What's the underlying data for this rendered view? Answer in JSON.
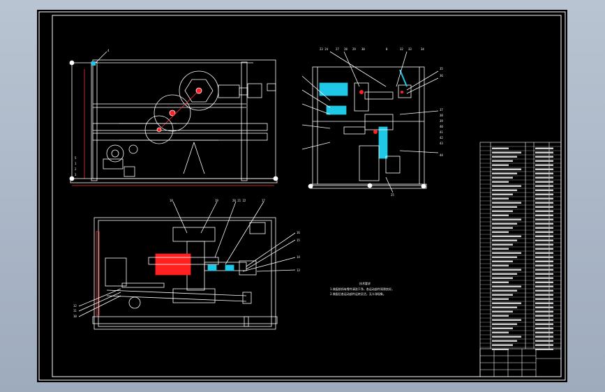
{
  "drawing": {
    "background": "#000000",
    "line_color": "#ffffff",
    "cyan": "#1ec8e6",
    "red": "#ff2020",
    "dim_color": "#ff3030"
  },
  "balloons": {
    "front_top": "4",
    "front_left_1": "5",
    "front_left_2": "1",
    "front_left_3": "2",
    "front_left_4": "3",
    "side_top": [
      "23 24",
      "27",
      "28",
      "29",
      "30",
      "8",
      "32",
      "33",
      "34"
    ],
    "side_right": [
      "35",
      "36",
      "37",
      "38",
      "39",
      "40",
      "41",
      "42",
      "43",
      "44"
    ],
    "side_bottom": "25",
    "plan_top": [
      "18",
      "19",
      "20 21 22",
      "17"
    ],
    "plan_right": [
      "16",
      "15",
      "14",
      "13"
    ],
    "plan_left": [
      "12",
      "11",
      "10"
    ]
  },
  "note": {
    "heading": "技术要求",
    "line1": "1.装配前所有零件清洗干净，各运动部件润滑良好。",
    "line2": "2.装配后各运动部件运转灵活，无卡滞现象。"
  }
}
